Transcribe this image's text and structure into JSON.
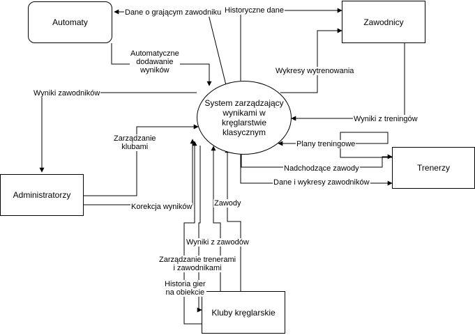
{
  "nodes": {
    "automaty": "Automaty",
    "zawodnicy": "Zawodnicy",
    "system": "System zarządzający wynikami w kręglarstwie klasycznym",
    "administratorzy": "Administratorzy",
    "trenerzy": "Trenerzy",
    "kluby": "Kluby kręglarskie"
  },
  "flows": {
    "dane_o_grajacym": "Dane o grającym zawodniku",
    "historyczne_dane": "Historyczne dane",
    "automatyczne_dodawanie": "Automatyczne\ndodawanie\nwyników",
    "wykresy_wytrenowania": "Wykresy wytrenowania",
    "wyniki_zawodnikow": "Wyniki zawodników",
    "wyniki_z_treningow": "Wyniki z treningów",
    "zarzadzanie_klubami": "Zarządzanie\nklubami",
    "plany_treningowe": "Plany treningowe",
    "nadchodzace_zawody": "Nadchodzące zawody",
    "dane_i_wykresy": "Dane i wykresy zawodników",
    "korekcja_wynikow": "Korekcja wyników",
    "zawody": "Zawody",
    "wyniki_z_zawodow": "Wyniki z zawodów",
    "zarzadzanie_trenerami": "Zarządzanie trenerami\ni zawodnikami",
    "historia_gier": "Historia gier\nna obiekcie"
  }
}
